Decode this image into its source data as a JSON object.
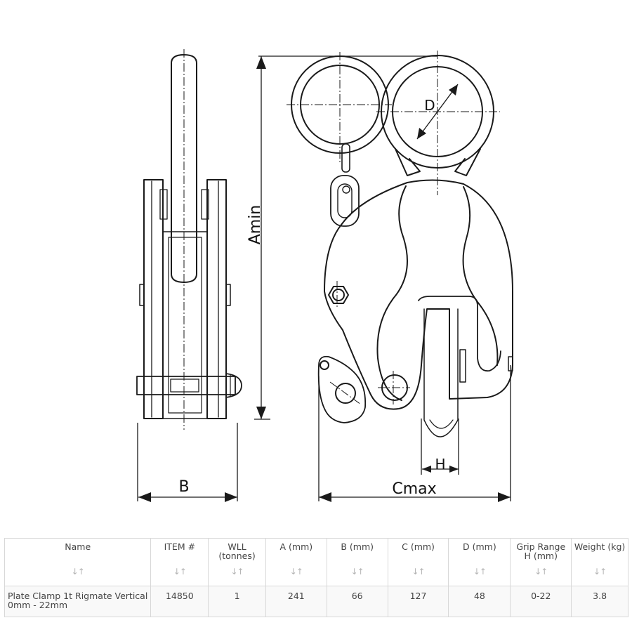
{
  "drawing": {
    "labels": {
      "a": "Amin",
      "b": "B",
      "c": "Cmax",
      "d": "D",
      "h": "H"
    }
  },
  "table": {
    "sort_icon": "sort-arrows-icon",
    "columns": [
      "Name",
      "ITEM #",
      "WLL (tonnes)",
      "A (mm)",
      "B (mm)",
      "C (mm)",
      "D (mm)",
      "Grip Range H (mm)",
      "Weight (kg)"
    ],
    "rows": [
      [
        "Plate Clamp 1t Rigmate Vertical 0mm - 22mm",
        "14850",
        "1",
        "241",
        "66",
        "127",
        "48",
        "0-22",
        "3.8"
      ]
    ]
  }
}
